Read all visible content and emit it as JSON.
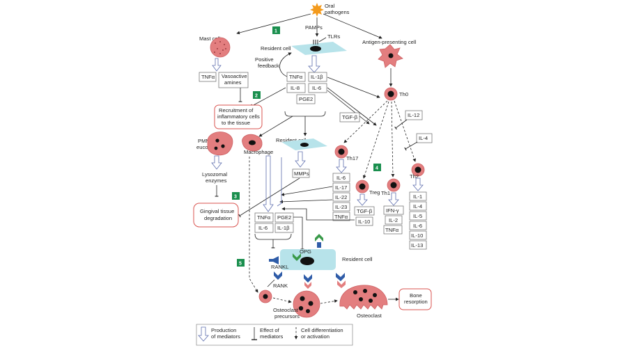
{
  "colors": {
    "cell_red": "#e37e7f",
    "resident_cell_cyan": "#b7e3ea",
    "step_green": "#1a8f4e",
    "mediator_arrow_blue": "#5f6fae",
    "receptor_blue": "#2f5ca8",
    "opg_green": "#3a9a4a",
    "outline_red": "#d9534f"
  },
  "steps": [
    "1",
    "2",
    "3",
    "4",
    "5"
  ],
  "labels": {
    "oral_pathogens": [
      "Oral",
      "pathogens"
    ],
    "pamps": "PAMPs",
    "tlrs": "TLRs",
    "mast_cell": "Mast cell",
    "resident_cell_top": "Resident cell",
    "apc": "Antigen-presenting cell",
    "positive_feedback": [
      "Positive",
      "feedback"
    ],
    "th0": "Th0",
    "recruitment": [
      "Recruitment of",
      "inflammatory cells",
      "to the tissue"
    ],
    "pmn": [
      "PMN",
      "eucocyte"
    ],
    "macrophage": "Macrophage",
    "resident_cell_mid": "Resident cell",
    "th17": "Th17",
    "treg": "Treg",
    "th1": "Th1",
    "th2": "Th2",
    "lysozomal": [
      "Lysozomal",
      "enzymes"
    ],
    "gingival": [
      "Gingival tissue",
      "degradation"
    ],
    "opg": "OPG",
    "rankl": "RANKL",
    "rank": "RANK",
    "resident_cell_bottom": "Resident cell",
    "osteoclast_precursors": [
      "Osteoclast",
      "precursors"
    ],
    "osteoclast": "Osteoclast",
    "bone_resorption": [
      "Bone",
      "resorption"
    ]
  },
  "mediators": {
    "mast": [
      "TNFα",
      "Vasoactive",
      "amines"
    ],
    "resident_top": [
      "TNFα",
      "IL-1β",
      "IL-8",
      "IL-6",
      "PGE2"
    ],
    "tgf_beta": "TGF-β",
    "il12": "IL-12",
    "il4": "IL-4",
    "mmps": "MMPs",
    "th17": [
      "IL-6",
      "IL-17",
      "IL-22",
      "IL-23",
      "TNFα"
    ],
    "treg": [
      "TGF-β",
      "IL-10"
    ],
    "th1": [
      "IFN-γ",
      "IL-2",
      "TNFα"
    ],
    "th2": [
      "IL-1",
      "IL-4",
      "IL-5",
      "IL-6",
      "IL-10",
      "IL-13"
    ],
    "combined": [
      "TNFα",
      "PGE2",
      "IL-6",
      "IL-1β"
    ]
  },
  "legend": {
    "production": [
      "Production",
      "of mediators"
    ],
    "effect": [
      "Effect of",
      "mediators"
    ],
    "differentiation": [
      "Cell differentiation",
      "or activation"
    ]
  }
}
